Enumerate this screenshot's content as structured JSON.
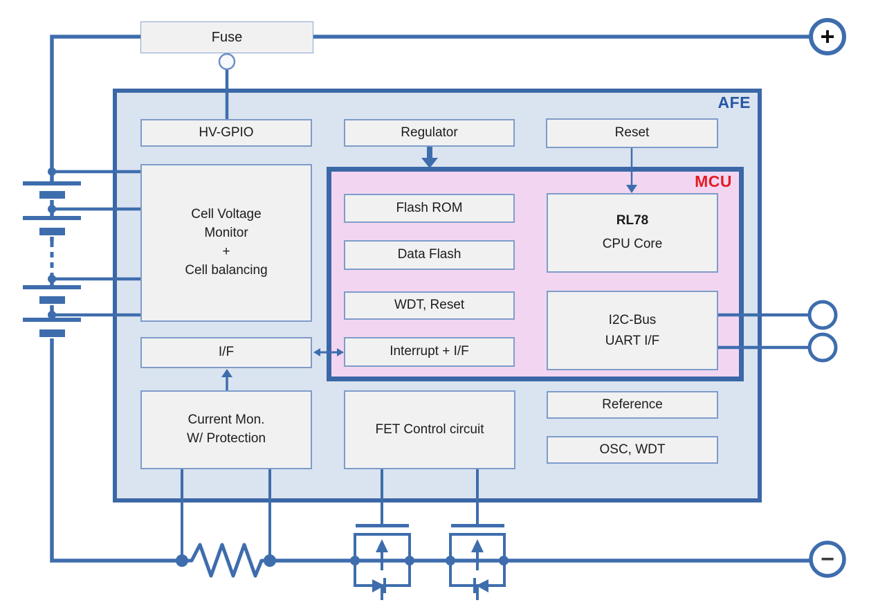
{
  "colors": {
    "wire_blue": "#3E6DAD",
    "region_border_blue": "#3A67A6",
    "afe_fill": "#DAE3F0",
    "mcu_fill": "#F2D6F1",
    "block_fill": "#F1F1F2",
    "block_border": "#7E9CC9",
    "afe_label_color": "#2757A4",
    "mcu_label_color": "#E31B23"
  },
  "regions": {
    "afe": "AFE",
    "mcu": "MCU"
  },
  "blocks": {
    "fuse": "Fuse",
    "hv_gpio": "HV-GPIO",
    "regulator": "Regulator",
    "reset": "Reset",
    "cell_voltage_monitor": "Cell Voltage\nMonitor\n+\nCell balancing",
    "flash_rom": "Flash ROM",
    "data_flash": "Data Flash",
    "wdt_reset": "WDT, Reset",
    "interrupt_if": "Interrupt + I/F",
    "rl78": "RL78",
    "cpu_core": "CPU Core",
    "i2c_uart": "I2C-Bus\nUART I/F",
    "if": "I/F",
    "current_mon": "Current Mon.\nW/ Protection",
    "fet_control": "FET Control circuit",
    "reference": "Reference",
    "osc_wdt": "OSC, WDT"
  },
  "terminals": {
    "positive": "+",
    "negative": "−"
  }
}
